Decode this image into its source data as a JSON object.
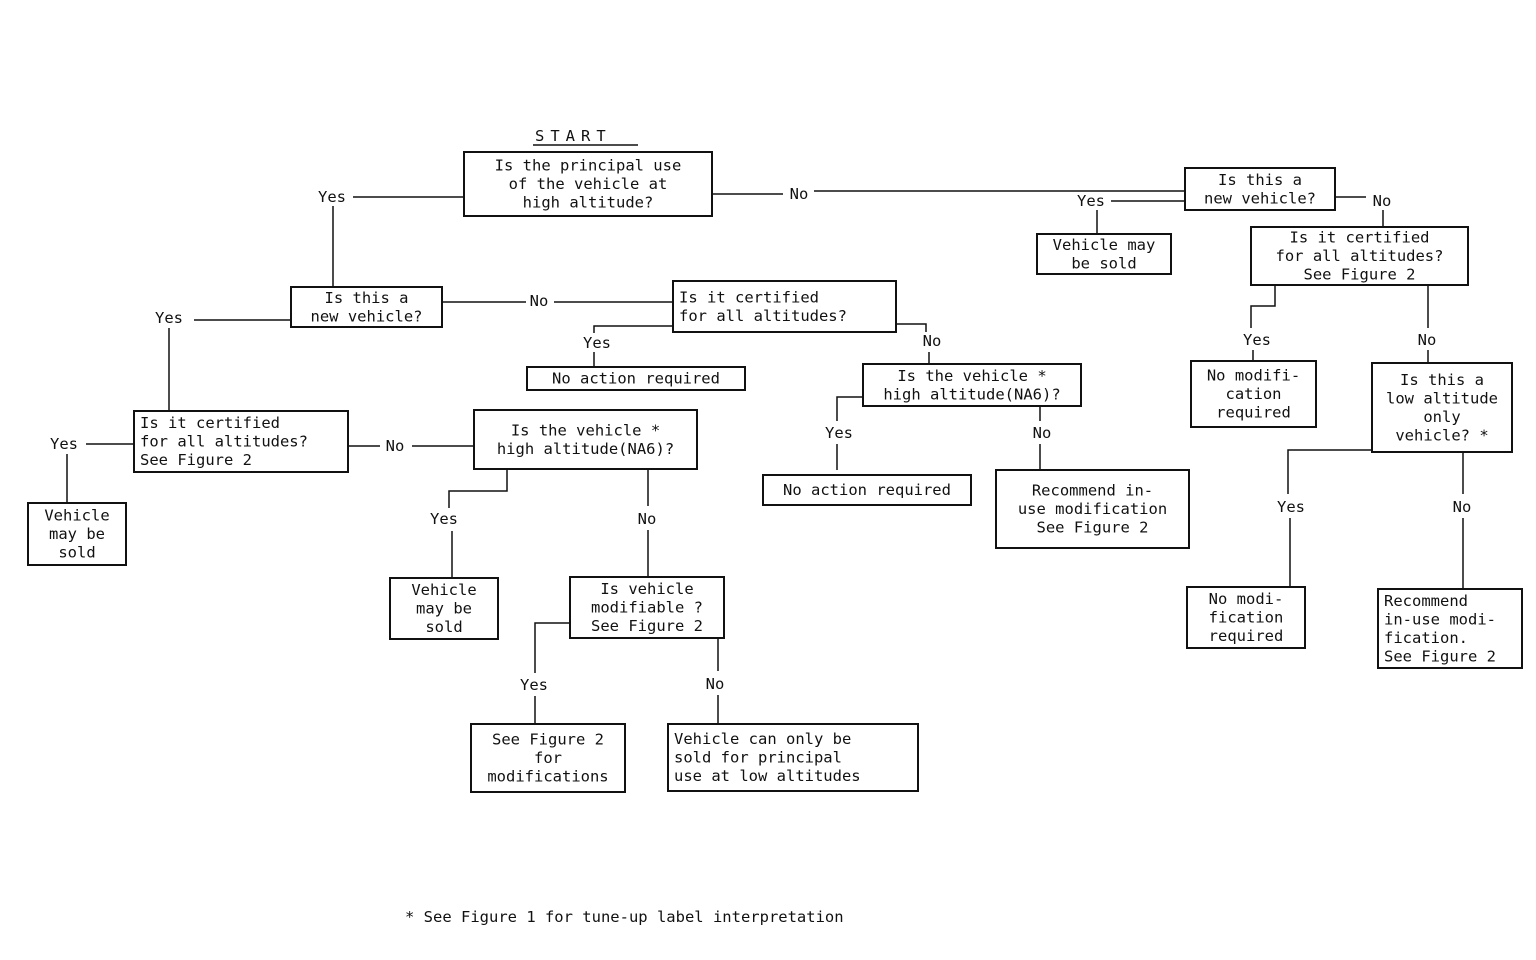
{
  "start_label": "START",
  "footnote": "* See Figure 1 for tune-up label interpretation",
  "nodes": {
    "q_principal": {
      "lines": [
        "Is the principal use",
        "of the vehicle at",
        "high altitude?"
      ]
    },
    "q_new_left": {
      "lines": [
        "Is this a",
        "new vehicle?"
      ]
    },
    "q_cert_left": {
      "lines": [
        "Is it certified",
        "for all altitudes?",
        "See Figure 2"
      ]
    },
    "end_sold_1": {
      "lines": [
        "Vehicle",
        "may be",
        "sold"
      ]
    },
    "q_na6_left": {
      "lines": [
        "Is the vehicle  *",
        "high altitude(NA6)?"
      ]
    },
    "end_sold_2": {
      "lines": [
        "Vehicle",
        "may be",
        "sold"
      ]
    },
    "q_modifiable": {
      "lines": [
        "Is vehicle",
        "modifiable ?",
        "See Figure 2"
      ]
    },
    "end_see_fig2": {
      "lines": [
        "See Figure 2",
        "for",
        "modifications"
      ]
    },
    "end_low_only": {
      "lines": [
        "Vehicle can only be",
        "sold for principal",
        "use at low altitudes"
      ]
    },
    "q_cert_mid": {
      "lines": [
        "Is it certified",
        "for all altitudes?"
      ]
    },
    "end_no_action_1": {
      "lines": [
        "No action required"
      ]
    },
    "q_na6_mid": {
      "lines": [
        "Is the vehicle  *",
        "high altitude(NA6)?"
      ]
    },
    "end_no_action_2": {
      "lines": [
        "No action required"
      ]
    },
    "end_recommend_mid": {
      "lines": [
        "Recommend in-",
        "use modification",
        "See Figure 2"
      ]
    },
    "q_new_right": {
      "lines": [
        "Is this a",
        "new vehicle?"
      ]
    },
    "end_sold_3": {
      "lines": [
        "Vehicle may",
        "be sold"
      ]
    },
    "q_cert_right": {
      "lines": [
        "Is it certified",
        "for all altitudes?",
        "See Figure 2"
      ]
    },
    "end_no_mod_1": {
      "lines": [
        "No modifi-",
        "cation",
        "required"
      ]
    },
    "q_low_only": {
      "lines": [
        "Is this a",
        "low altitude",
        "only",
        "vehicle? *"
      ]
    },
    "end_no_mod_2": {
      "lines": [
        "No modi-",
        "fication",
        "required"
      ]
    },
    "end_recommend_right": {
      "lines": [
        "Recommend",
        "in-use modi-",
        "fication.",
        "See Figure 2"
      ]
    }
  },
  "edge_labels": {
    "principal_yes": "Yes",
    "principal_no": "No",
    "new_left_yes": "Yes",
    "new_left_no": "No",
    "cert_left_yes": "Yes",
    "cert_left_no": "No",
    "na6_left_yes": "Yes",
    "na6_left_no": "No",
    "modifiable_yes": "Yes",
    "modifiable_no": "No",
    "cert_mid_yes": "Yes",
    "cert_mid_no": "No",
    "na6_mid_yes": "Yes",
    "na6_mid_no": "No",
    "new_right_yes": "Yes",
    "new_right_no": "No",
    "cert_right_yes": "Yes",
    "cert_right_no": "No",
    "low_only_yes": "Yes",
    "low_only_no": "No"
  }
}
